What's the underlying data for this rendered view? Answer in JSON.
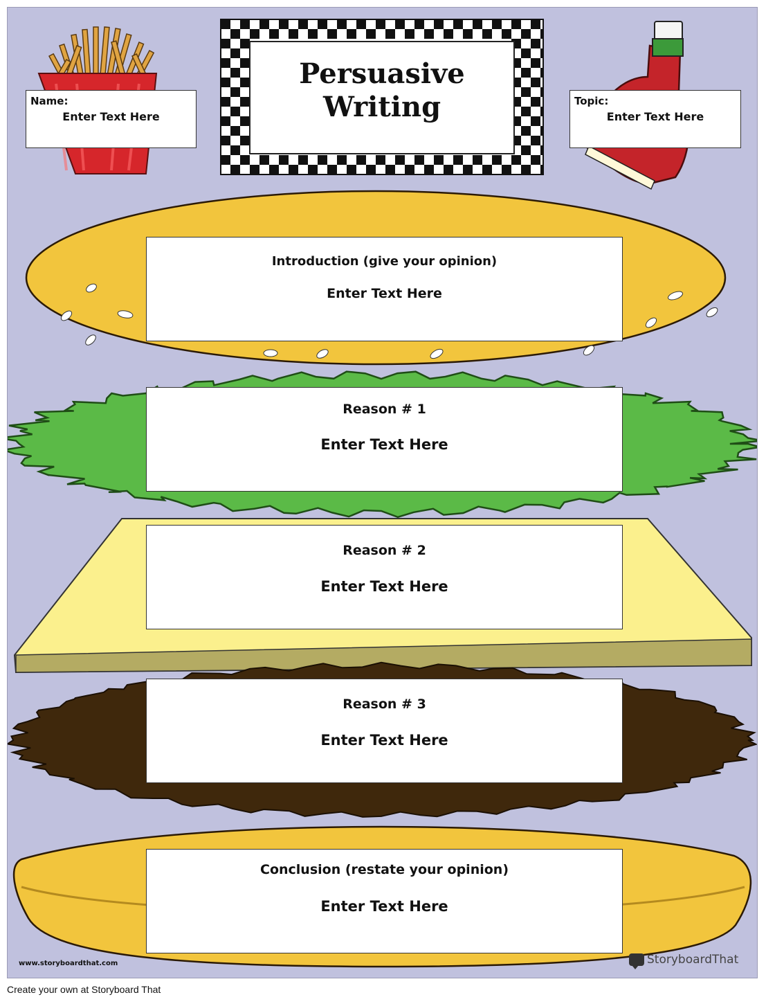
{
  "title": {
    "line1": "Persuasive",
    "line2": "Writing"
  },
  "name_field": {
    "label": "Name:",
    "value": "Enter Text Here"
  },
  "topic_field": {
    "label": "Topic:",
    "value": "Enter Text Here"
  },
  "sections": [
    {
      "heading": "Introduction (give your opinion)",
      "value": "Enter Text Here"
    },
    {
      "heading": "Reason # 1",
      "value": "Enter Text Here"
    },
    {
      "heading": "Reason # 2",
      "value": "Enter Text Here"
    },
    {
      "heading": "Reason # 3",
      "value": "Enter Text Here"
    },
    {
      "heading": "Conclusion (restate your opinion)",
      "value": "Enter Text Here"
    }
  ],
  "website": "www.storyboardthat.com",
  "brand": "StoryboardThat",
  "footer": "Create your own at Storyboard That",
  "colors": {
    "background": "#c0c1de",
    "bun": "#f2c53d",
    "lettuce": "#5bba47",
    "cheese": "#fbf08d",
    "patty": "#3f280c",
    "ketchup": "#c4242a",
    "fries": "#e0a442"
  },
  "icons": [
    "fries-illustration",
    "ketchup-bottle-illustration",
    "checkered-border",
    "storyboardthat-logo-icon"
  ]
}
